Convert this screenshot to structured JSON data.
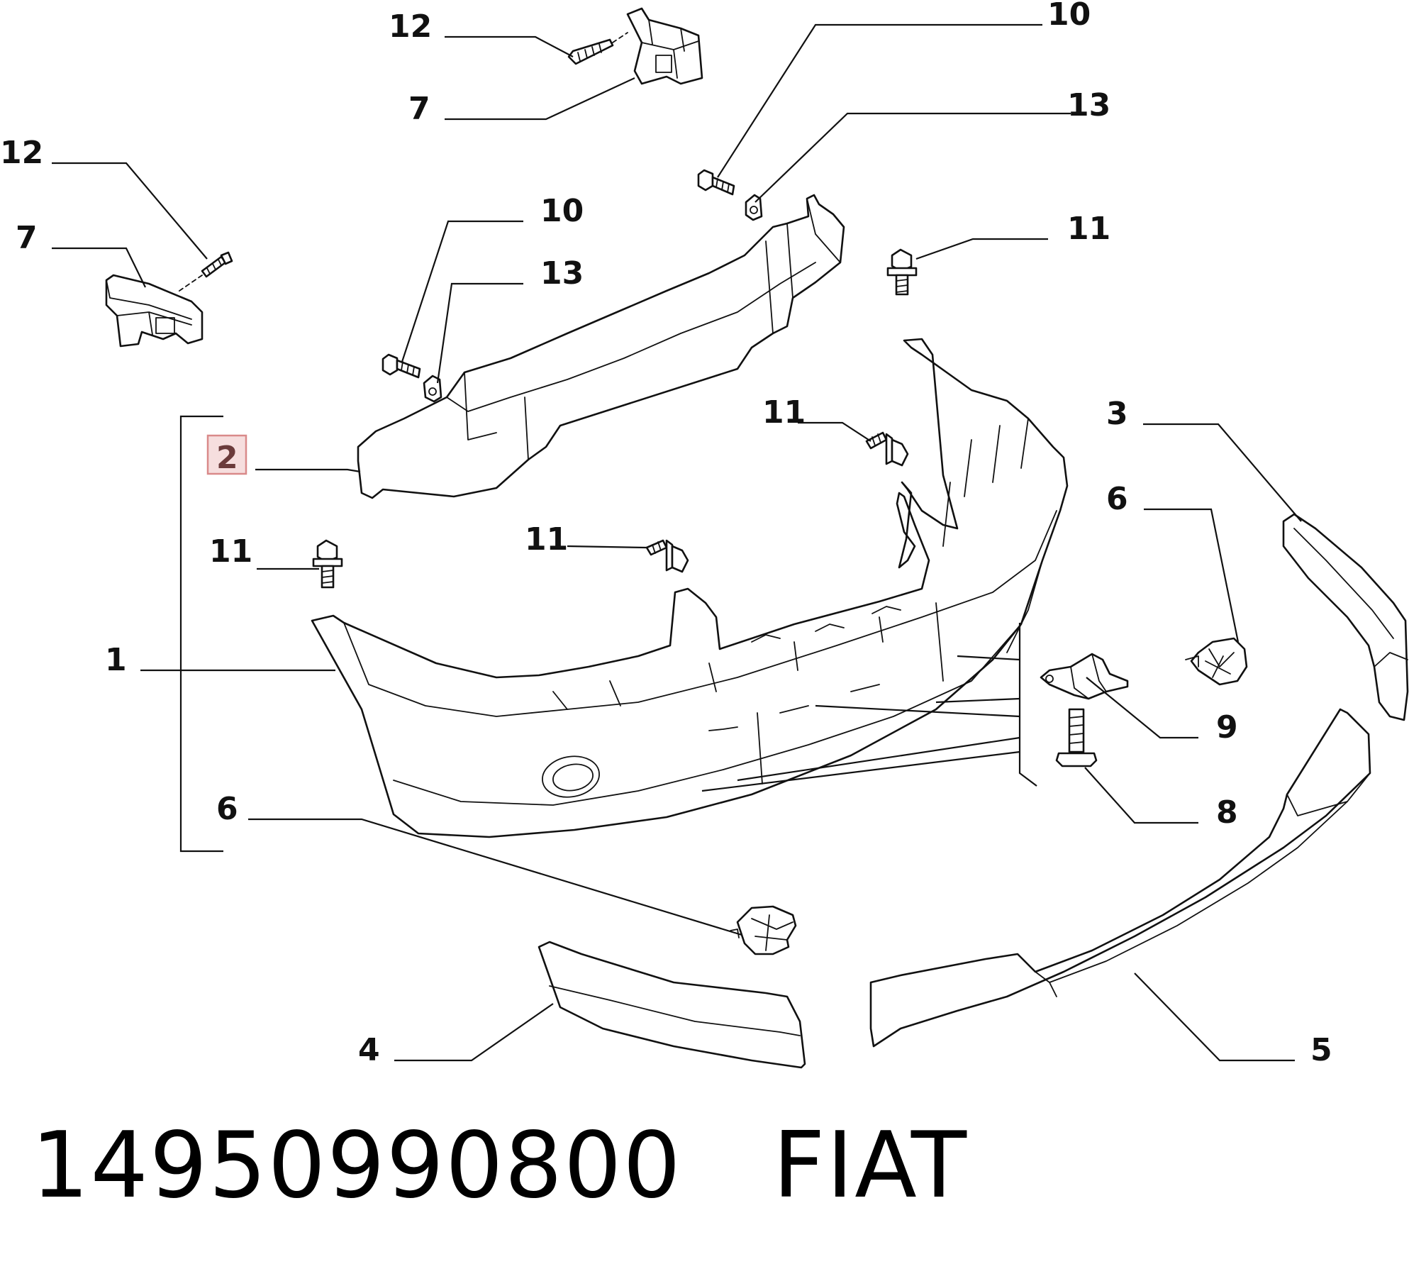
{
  "callouts": {
    "c12_top": "12",
    "c7_top": "7",
    "c10_top": "10",
    "c13_top": "13",
    "c12_left": "12",
    "c7_left": "7",
    "c10_mid": "10",
    "c13_mid": "13",
    "c11_right": "11",
    "c11_center": "11",
    "c2_highlight": "2",
    "c11_left": "11",
    "c11_lower": "11",
    "c3": "3",
    "c6_right": "6",
    "c1": "1",
    "c9": "9",
    "c8": "8",
    "c6_left": "6",
    "c4": "4",
    "c5": "5"
  },
  "footer": {
    "part_number": "14950990800",
    "brand": "FIAT"
  },
  "highlight_color": "#f6dede"
}
